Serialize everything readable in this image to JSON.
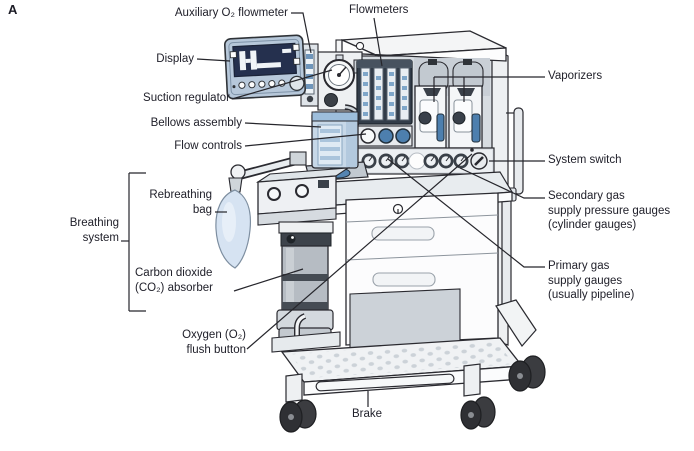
{
  "figure": {
    "panel_label": "A",
    "subject": "anesthesia machine labeled diagram",
    "background_color": "#ffffff",
    "text_color": "#21212b",
    "line_color": "#26262c",
    "accent_blue": "#4d7fae",
    "light_blue": "#d6e3f2",
    "panel_blue_grey": "#b7c8da",
    "screen_navy": "#25304e"
  },
  "labels": {
    "aux_flowmeter": "Auxiliary O₂ flowmeter",
    "flowmeters": "Flowmeters",
    "display": "Display",
    "suction_regulator": "Suction regulator",
    "bellows_assembly": "Bellows assembly",
    "flow_controls": "Flow controls",
    "vaporizers": "Vaporizers",
    "system_switch": "System switch",
    "secondary_gas": "Secondary gas\nsupply pressure gauges\n(cylinder gauges)",
    "primary_gas": "Primary gas\nsupply gauges\n(usually pipeline)",
    "rebreathing_bag": "Rebreathing\nbag",
    "breathing_system": "Breathing\nsystem",
    "co2_absorber": "Carbon dioxide\n(CO₂) absorber",
    "o2_flush": "Oxygen (O₂)\nflush button",
    "brake": "Brake"
  }
}
